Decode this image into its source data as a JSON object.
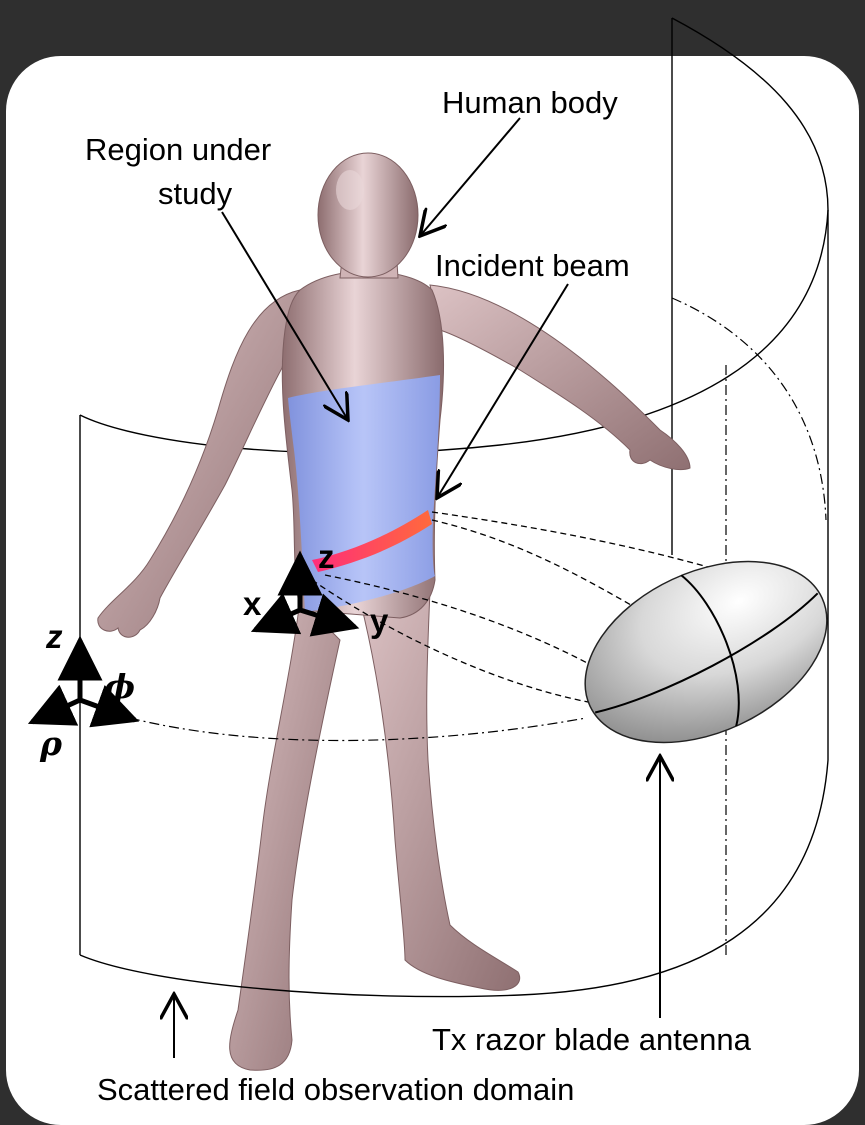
{
  "labels": {
    "human_body": "Human body",
    "region_line1": "Region under",
    "region_line2": "study",
    "incident_beam": "Incident beam",
    "antenna": "Tx razor blade antenna",
    "observation": "Scattered field observation domain"
  },
  "body_axes": {
    "x": "x",
    "y": "y",
    "z": "z"
  },
  "cyl_axes": {
    "z": "z",
    "phi": "ϕ",
    "rho": "ρ"
  },
  "colors": {
    "background": "#2f2f2f",
    "panel": "#ffffff",
    "body": "#c8a6a8",
    "region": "#8fa6f0",
    "beam": "#ff3a5e",
    "antenna": "#b4b4b4"
  }
}
